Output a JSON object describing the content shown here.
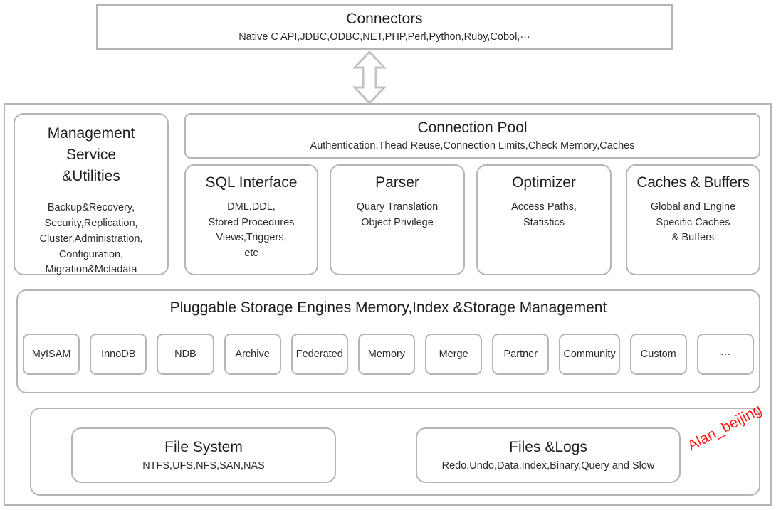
{
  "colors": {
    "border": "#b5b5b5",
    "text": "#1e1e1e",
    "subtext": "#2b2b2b",
    "background": "#ffffff",
    "watermark": "#ff1a1a"
  },
  "connectors": {
    "title": "Connectors",
    "subtitle": "Native C API,JDBC,ODBC,NET,PHP,Perl,Python,Ruby,Cobol,···"
  },
  "arrow": {
    "icon": "double-headed-vertical-arrow-icon"
  },
  "management": {
    "title": "Management\nService\n&Utilities",
    "title_lines": [
      "Management",
      "Service",
      "&Utilities"
    ],
    "subtitle": "Backup&Recovery,\nSecurity,Replication,\nCluster,Administration,\nConfiguration,\nMigration&Mctadata",
    "subtitle_lines": [
      "Backup&Recovery,",
      "Security,Replication,",
      "Cluster,Administration,",
      "Configuration,",
      "Migration&Mctadata"
    ]
  },
  "connection_pool": {
    "title": "Connection Pool",
    "subtitle": "Authentication,Thead Reuse,Connection Limits,Check Memory,Caches"
  },
  "services": [
    {
      "name": "sql-interface",
      "title": "SQL Interface",
      "subtitle": "DML,DDL,\nStored Procedures\nViews,Triggers,\netc"
    },
    {
      "name": "parser",
      "title": "Parser",
      "subtitle": "Quary Translation\nObject Privilege"
    },
    {
      "name": "optimizer",
      "title": "Optimizer",
      "subtitle": "Access Paths,\nStatistics"
    },
    {
      "name": "caches-and-buffers",
      "title": "Caches & Buffers",
      "subtitle": "Global and Engine\nSpecific Caches\n& Buffers"
    }
  ],
  "storage": {
    "title": "Pluggable Storage Engines Memory,Index &Storage Management",
    "engines": [
      "MyISAM",
      "InnoDB",
      "NDB",
      "Archive",
      "Federated",
      "Memory",
      "Merge",
      "Partner",
      "Community",
      "Custom",
      "···"
    ]
  },
  "files": {
    "file_system": {
      "title": "File System",
      "subtitle": "NTFS,UFS,NFS,SAN,NAS"
    },
    "files_and_logs": {
      "title": "Files &Logs",
      "subtitle": "Redo,Undo,Data,Index,Binary,Query and Slow"
    }
  },
  "watermark": {
    "text": "Alan_beijing"
  }
}
